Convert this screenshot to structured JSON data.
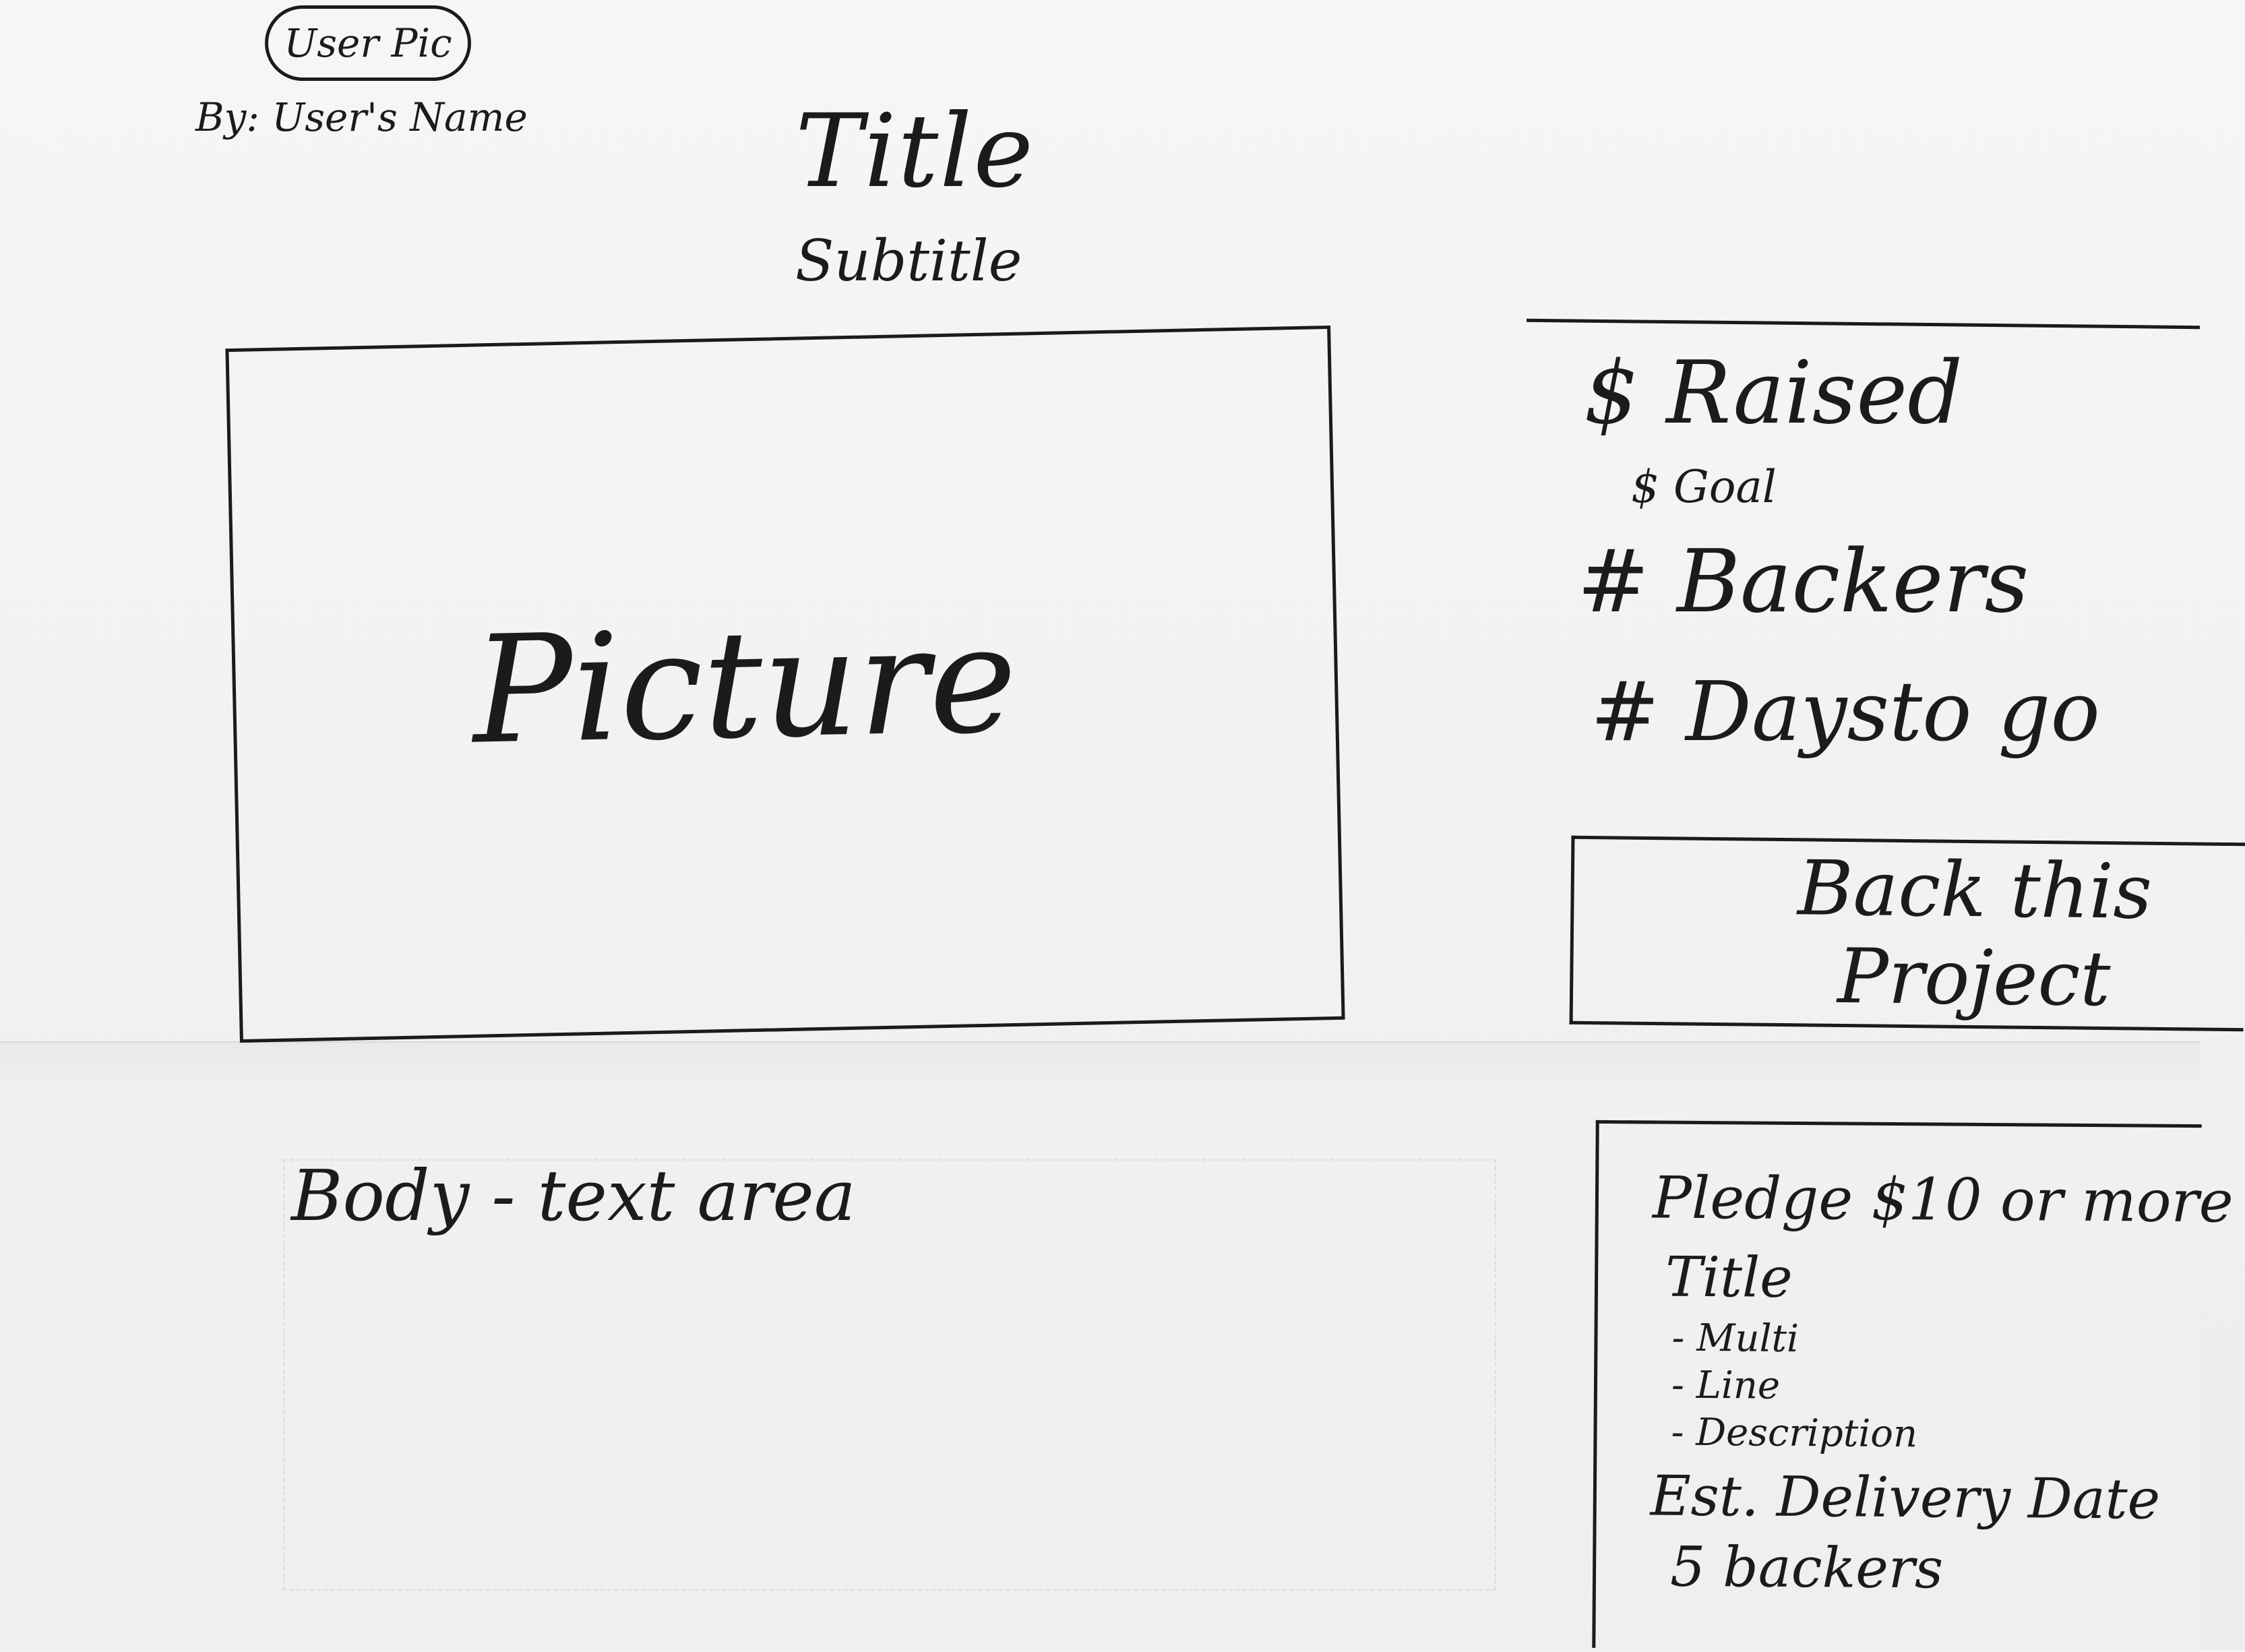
{
  "header": {
    "avatar_label": "User Pic",
    "byline": "By: User's Name",
    "title": "Title",
    "subtitle": "Subtitle"
  },
  "media": {
    "picture_label": "Picture"
  },
  "stats": {
    "raised": "$ Raised",
    "goal": "$ Goal",
    "backers": "# Backers",
    "days_to_go": "# Daysto go"
  },
  "cta": {
    "back_label": "Back this Project"
  },
  "body": {
    "label": "Body - text area"
  },
  "reward": {
    "pledge": "Pledge $10 or more",
    "title": "Title",
    "description_lines": [
      "- Multi",
      "- Line",
      "- Description"
    ],
    "delivery": "Est. Delivery Date",
    "backers": "5 backers"
  }
}
